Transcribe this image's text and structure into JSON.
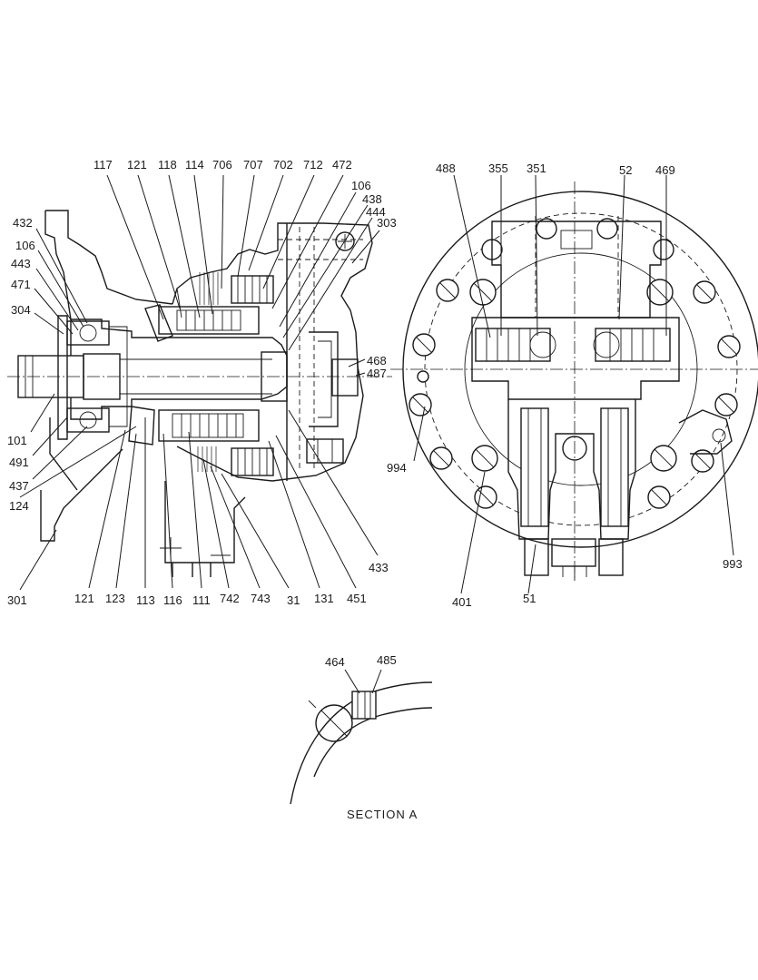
{
  "left_view": {
    "labels": [
      "117",
      "121",
      "118",
      "114",
      "706",
      "707",
      "702",
      "712",
      "472",
      "106",
      "438",
      "444",
      "303",
      "432",
      "106",
      "443",
      "471",
      "304",
      "468",
      "487",
      "101",
      "491",
      "437",
      "124",
      "301",
      "121",
      "123",
      "113",
      "116",
      "111",
      "742",
      "743",
      "31",
      "131",
      "451",
      "433"
    ]
  },
  "right_view": {
    "labels": [
      "488",
      "355",
      "351",
      "52",
      "469",
      "994",
      "401",
      "51",
      "993"
    ]
  },
  "section_a": {
    "labels": [
      "464",
      "485"
    ],
    "caption": "SECTION A"
  }
}
